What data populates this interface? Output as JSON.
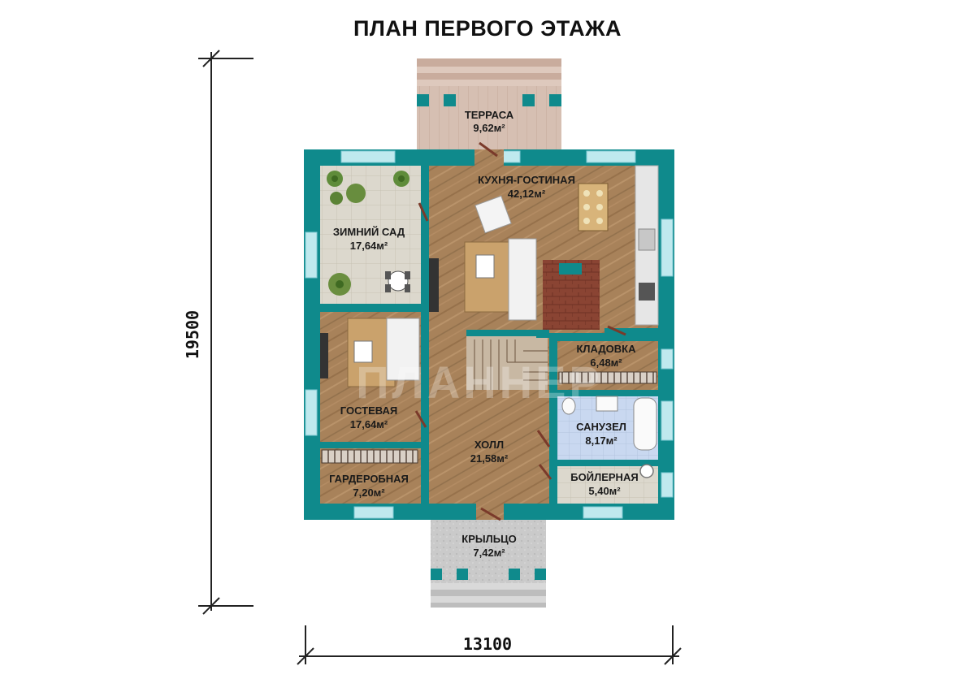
{
  "title": "ПЛАН ПЕРВОГО ЭТАЖА",
  "dimensions": {
    "height": "19500",
    "width": "13100"
  },
  "watermark": "ПЛАННЕР",
  "colors": {
    "wall": "#0f8a8c",
    "wood": "#a8825a",
    "tile": "#d9d4c8",
    "terrace": "#d6bfb2",
    "porch": "#c8c8c8",
    "bath": "#c7d6ef",
    "brick": "#8a4433",
    "window": "#bfe9ee"
  },
  "rooms": {
    "terrace": {
      "name": "ТЕРРАСА",
      "area": "9,62м²"
    },
    "kitchen": {
      "name": "КУХНЯ-ГОСТИНАЯ",
      "area": "42,12м²"
    },
    "garden": {
      "name": "ЗИМНИЙ САД",
      "area": "17,64м²"
    },
    "guest": {
      "name": "ГОСТЕВАЯ",
      "area": "17,64м²"
    },
    "pantry": {
      "name": "КЛАДОВКА",
      "area": "6,48м²"
    },
    "bathroom": {
      "name": "САНУЗЕЛ",
      "area": "8,17м²"
    },
    "hall": {
      "name": "ХОЛЛ",
      "area": "21,58м²"
    },
    "boiler": {
      "name": "БОЙЛЕРНАЯ",
      "area": "5,40м²"
    },
    "wardrobe": {
      "name": "ГАРДЕРОБНАЯ",
      "area": "7,20м²"
    },
    "porch": {
      "name": "КРЫЛЬЦО",
      "area": "7,42м²"
    }
  }
}
